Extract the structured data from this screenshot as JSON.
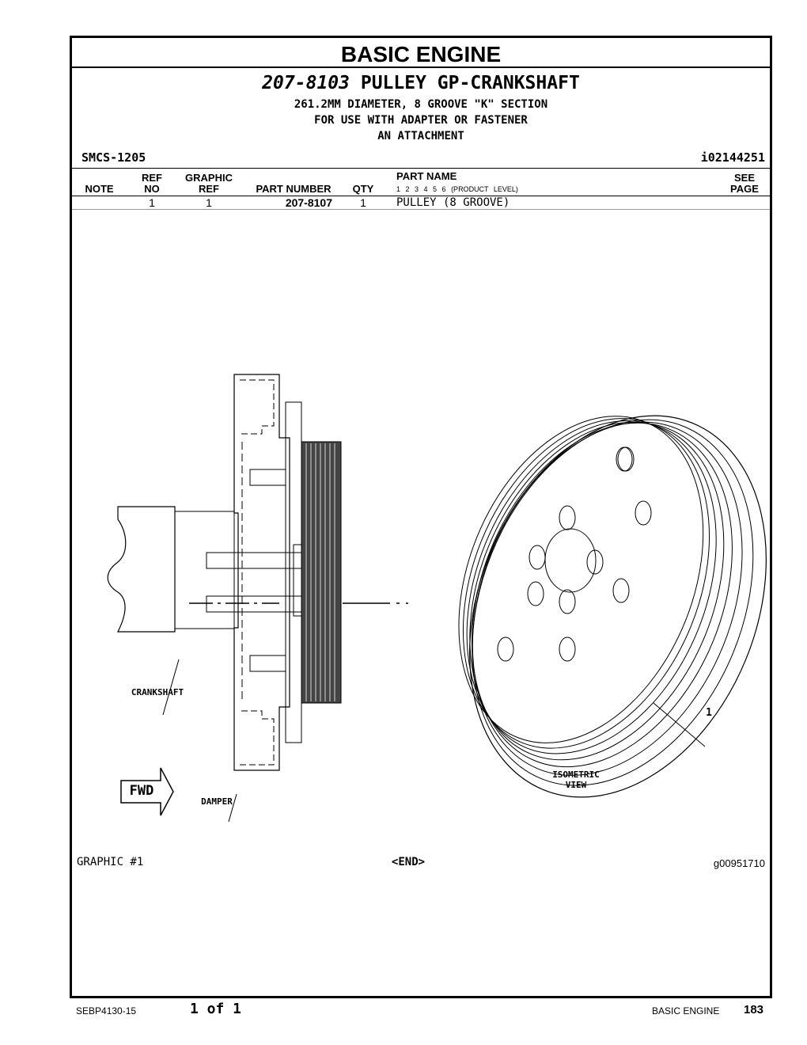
{
  "header": {
    "section_title": "BASIC ENGINE",
    "part_number": "207-8103",
    "part_name": "PULLEY GP-CRANKSHAFT",
    "description": [
      "261.2MM DIAMETER, 8 GROOVE \"K\" SECTION",
      "FOR USE WITH ADAPTER OR FASTENER",
      "AN ATTACHMENT"
    ],
    "smcs": "SMCS-1205",
    "illustration_ref": "i02144251"
  },
  "table": {
    "columns": {
      "note": "NOTE",
      "ref_no_top": "REF",
      "ref_no_bottom": "NO",
      "graphic_ref_top": "GRAPHIC",
      "graphic_ref_bottom": "REF",
      "part_number": "PART NUMBER",
      "qty": "QTY",
      "part_name": "PART NAME",
      "product_levels": "1  2  3  4  5  6",
      "product_level_label": "(PRODUCT LEVEL)",
      "see_page_top": "SEE",
      "see_page_bottom": "PAGE"
    },
    "rows": [
      {
        "ref_no": "1",
        "graphic_ref": "1",
        "part_number": "207-8107",
        "qty": "1",
        "part_name": "PULLEY (8 GROOVE)"
      }
    ]
  },
  "graphic": {
    "label_crankshaft": "CRANKSHAFT",
    "label_damper": "DAMPER",
    "label_fwd": "FWD",
    "label_isometric_1": "ISOMETRIC",
    "label_isometric_2": "VIEW",
    "callout_1": "1",
    "caption": "GRAPHIC #1",
    "end_marker": "<END>",
    "graphic_id": "g00951710"
  },
  "footer": {
    "doc_number": "SEBP4130-15",
    "page_of": "1 of 1",
    "section": "BASIC ENGINE",
    "page_number": "183"
  }
}
